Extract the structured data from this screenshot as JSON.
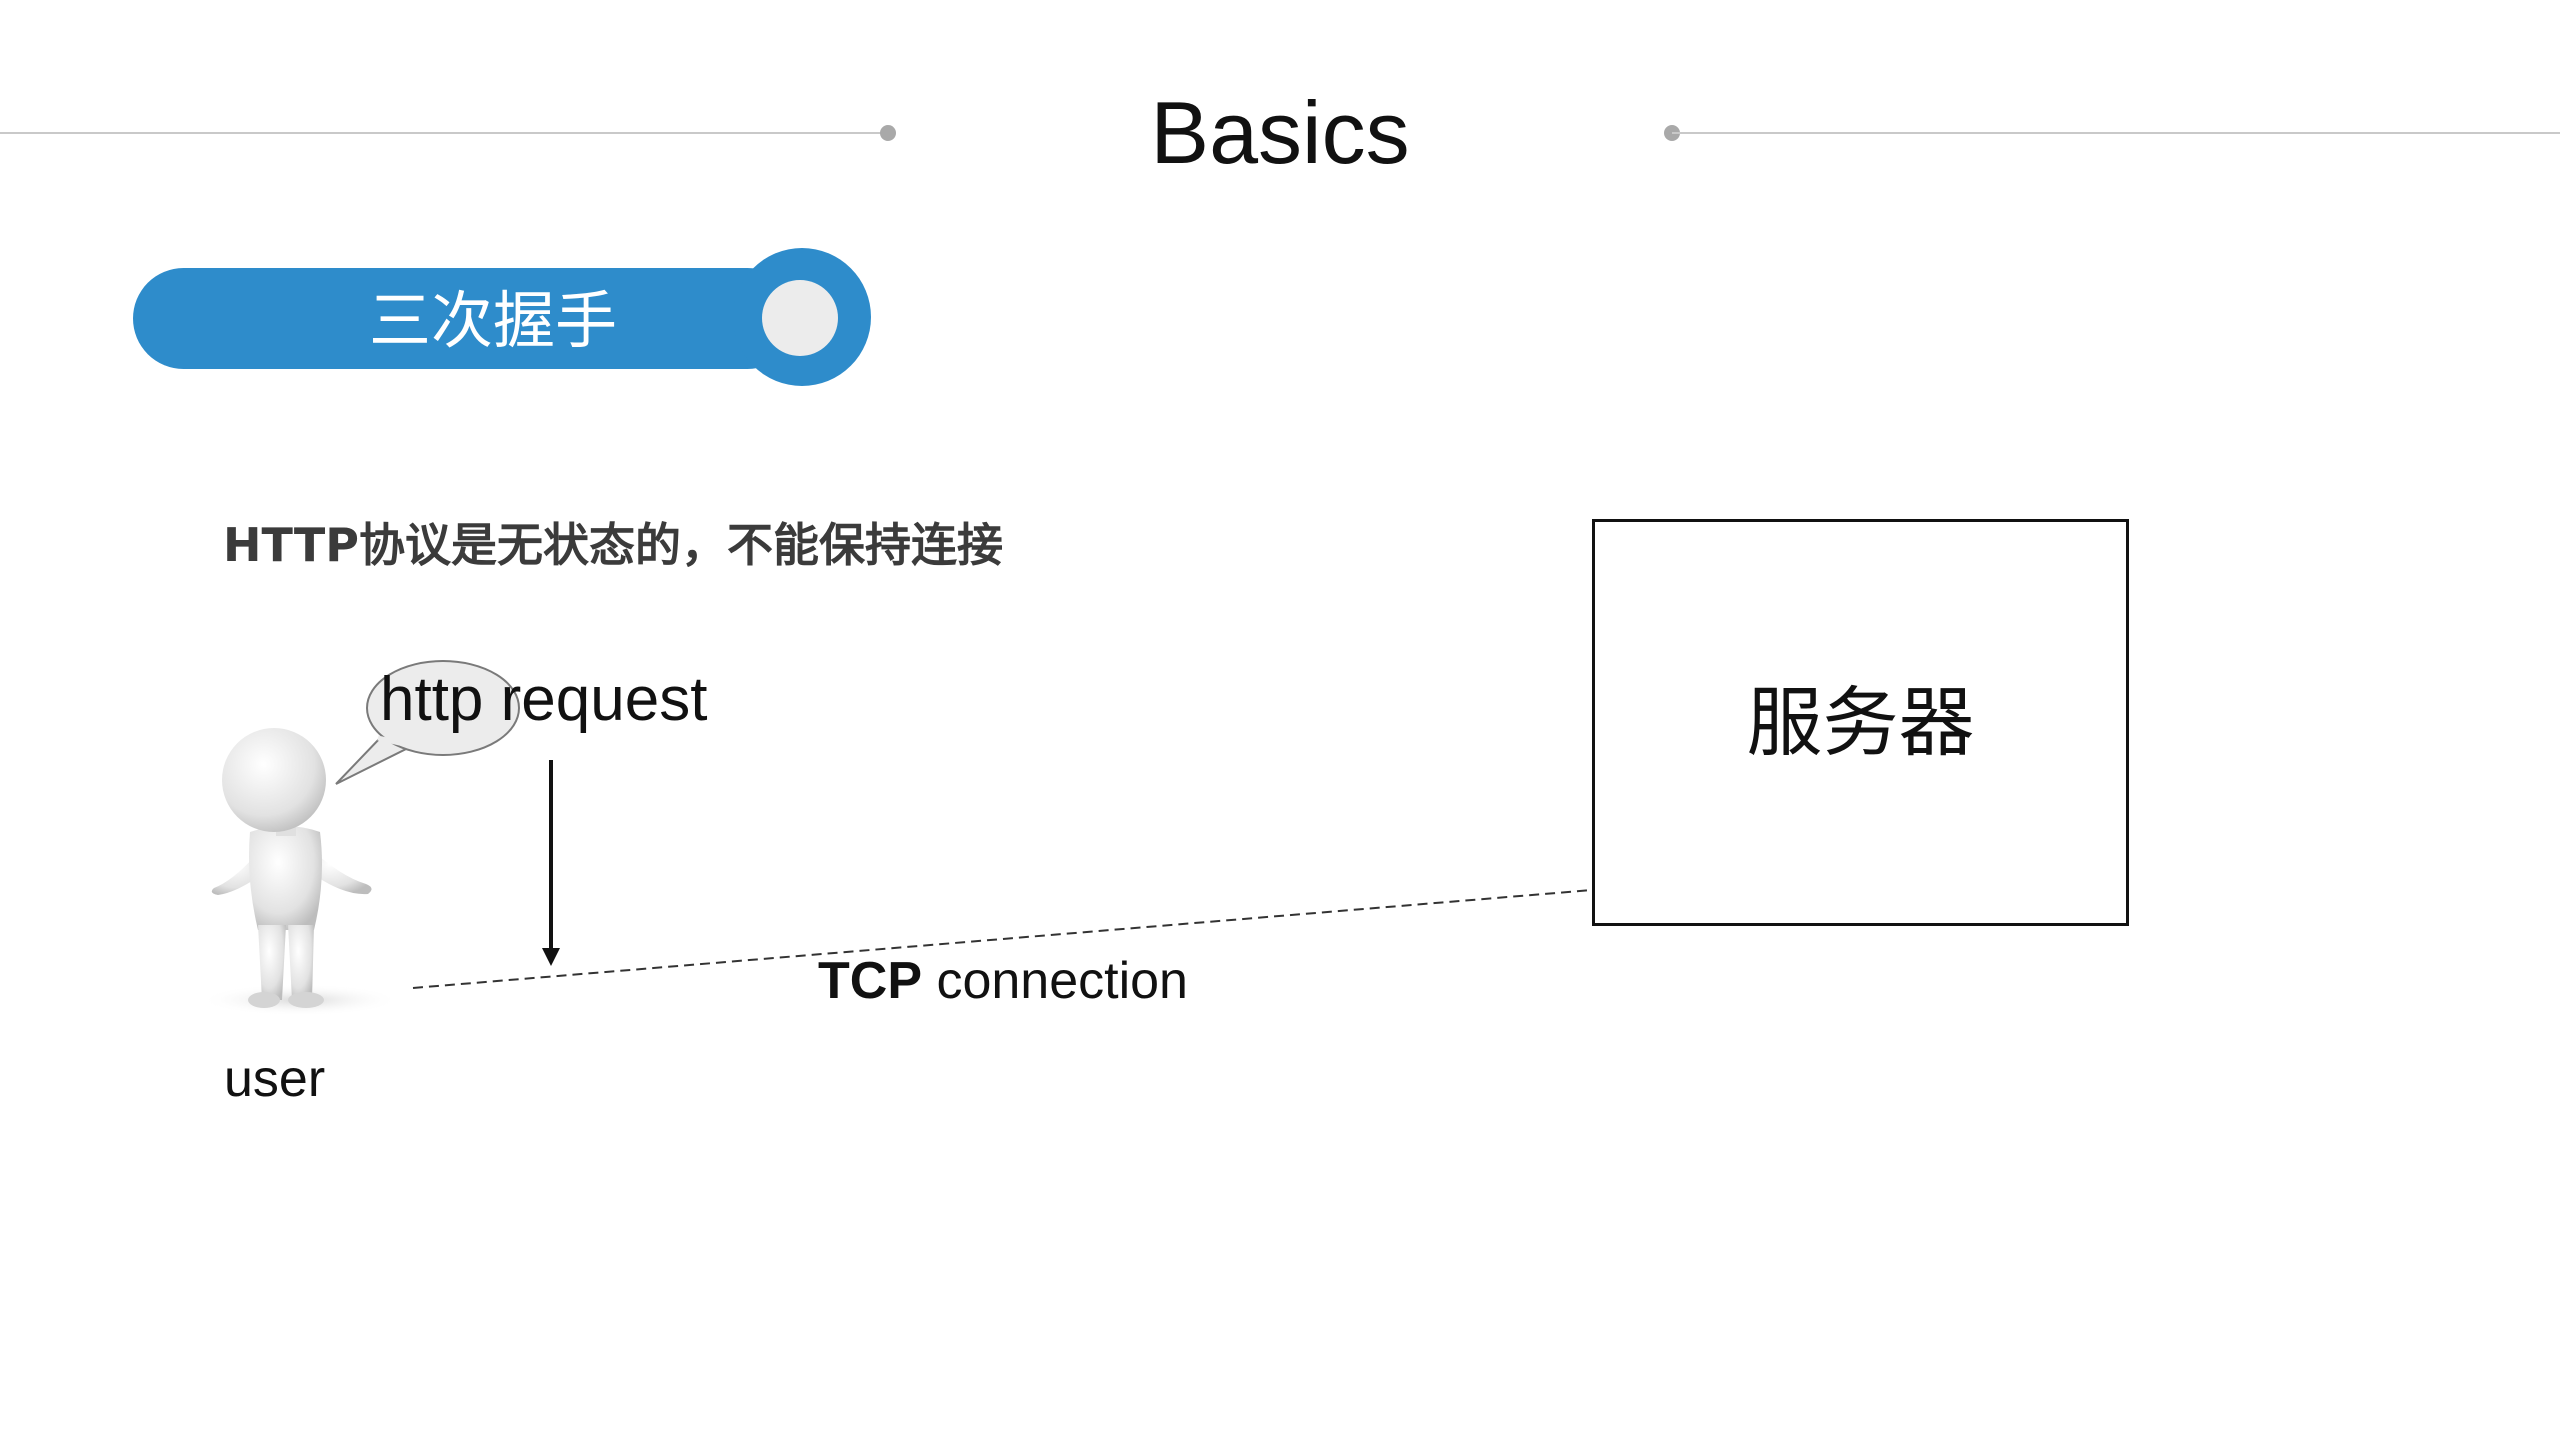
{
  "header": {
    "title": "Basics"
  },
  "section": {
    "label": "三次握手"
  },
  "subtitle": "HTTP协议是无状态的，不能保持连接",
  "diagram": {
    "http_request_label": "http request",
    "tcp_label_bold": "TCP",
    "tcp_label_rest": " connection",
    "user_label": "user",
    "server_label": "服务器",
    "figure_caption": "..."
  },
  "colors": {
    "accent": "#2e8ccb",
    "divider": "#c9c9c9",
    "divider_dot": "#a9a9a9",
    "text": "#111111"
  }
}
